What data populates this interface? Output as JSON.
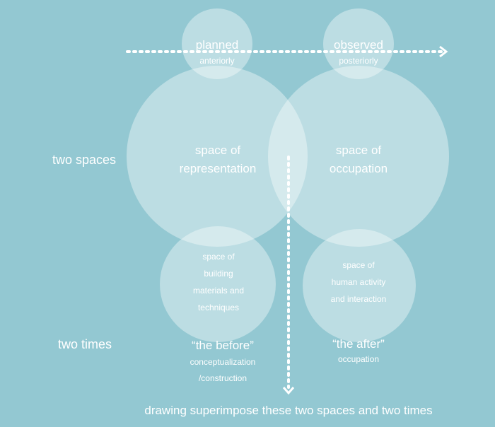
{
  "background_color": "#93c8d2",
  "row_labels": {
    "spaces": "two spaces",
    "times": "two times"
  },
  "top_circles": [
    {
      "title": "planned",
      "subtitle": "anteriorly"
    },
    {
      "title": "observed",
      "subtitle": "posteriorly"
    }
  ],
  "main_circles": [
    {
      "line1": "space of",
      "line2": "representation"
    },
    {
      "line1": "space of",
      "line2": "occupation"
    }
  ],
  "lower_circles": [
    {
      "lines": [
        "space of",
        "building",
        "materials and",
        "techniques"
      ]
    },
    {
      "lines": [
        "space of",
        "human activity",
        "and interaction"
      ]
    }
  ],
  "times": [
    {
      "title": "“the before”",
      "lines": [
        "conceptualization",
        "/construction"
      ]
    },
    {
      "title": "“the after”",
      "lines": [
        "occupation"
      ]
    }
  ],
  "caption": "drawing superimpose these two spaces and two times"
}
